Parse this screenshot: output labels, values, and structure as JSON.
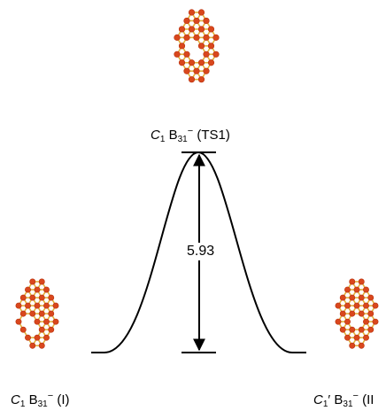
{
  "diagram": {
    "barrier_value": "5.93",
    "states": [
      {
        "id": "I",
        "italic": "C",
        "sym_sub": "1",
        "prime": "",
        "element": "B",
        "el_sub": "31",
        "charge": "−",
        "suffix": "(I)"
      },
      {
        "id": "TS1",
        "italic": "C",
        "sym_sub": "1",
        "prime": "",
        "element": "B",
        "el_sub": "31",
        "charge": "−",
        "suffix": "(TS1)"
      },
      {
        "id": "II",
        "italic": "C",
        "sym_sub": "1",
        "prime": "′",
        "element": "B",
        "el_sub": "31",
        "charge": "−",
        "suffix": "(II"
      }
    ]
  },
  "colors": {
    "curve": "#000000",
    "atom": "#d9471d",
    "atom_edge": "#b8320f",
    "bond": "#e2b03a"
  }
}
